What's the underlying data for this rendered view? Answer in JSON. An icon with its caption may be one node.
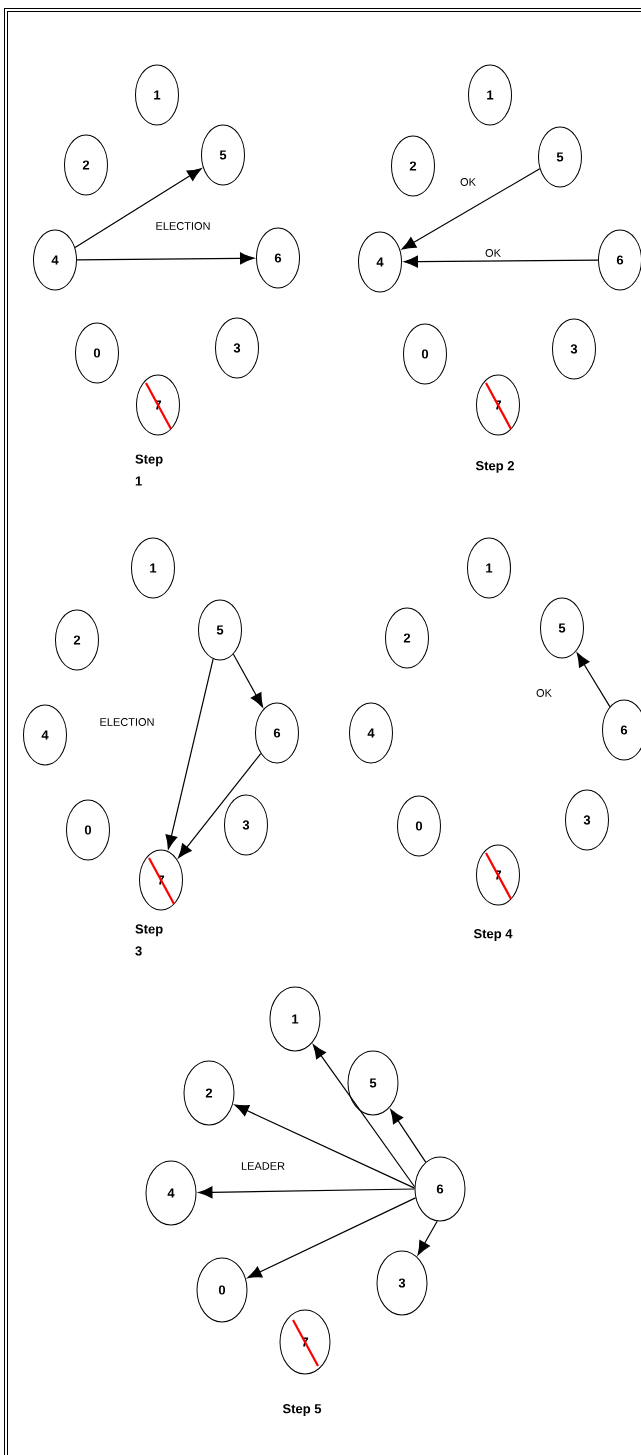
{
  "diagram": {
    "nodes": [
      {
        "text": [
          "1"
        ]
      },
      {
        "text": [
          "2"
        ]
      },
      {
        "text": [
          "5"
        ]
      },
      {
        "text": [
          "4"
        ]
      },
      {
        "text": [
          "6"
        ]
      },
      {
        "text": [
          "0"
        ]
      },
      {
        "text": [
          "3"
        ]
      },
      {
        "text": [
          "7"
        ]
      },
      {
        "text": [
          "1"
        ]
      },
      {
        "text": [
          "2"
        ]
      },
      {
        "text": [
          "5"
        ]
      },
      {
        "text": [
          "4"
        ]
      },
      {
        "text": [
          "6"
        ]
      },
      {
        "text": [
          "0"
        ]
      },
      {
        "text": [
          "3"
        ]
      },
      {
        "text": [
          "7"
        ]
      },
      {
        "text": [
          "1"
        ]
      },
      {
        "text": [
          "2"
        ]
      },
      {
        "text": [
          "5"
        ]
      },
      {
        "text": [
          "4"
        ]
      },
      {
        "text": [
          "6"
        ]
      },
      {
        "text": [
          "0"
        ]
      },
      {
        "text": [
          "3"
        ]
      },
      {
        "text": [
          "7"
        ]
      },
      {
        "text": [
          "1"
        ]
      },
      {
        "text": [
          "2"
        ]
      },
      {
        "text": [
          "5"
        ]
      },
      {
        "text": [
          "4"
        ]
      },
      {
        "text": [
          "6"
        ]
      },
      {
        "text": [
          "0"
        ]
      },
      {
        "text": [
          "3"
        ]
      },
      {
        "text": [
          "7"
        ]
      },
      {
        "text": [
          "1"
        ]
      },
      {
        "text": [
          "2"
        ]
      },
      {
        "text": [
          "5"
        ]
      },
      {
        "text": [
          "4"
        ]
      },
      {
        "text": [
          "6"
        ]
      },
      {
        "text": [
          "0"
        ]
      },
      {
        "text": [
          "3"
        ]
      },
      {
        "text": [
          "7"
        ]
      }
    ],
    "edges": [
      {
        "from": 3,
        "to": 2,
        "arrow": "to"
      },
      {
        "from": 3,
        "to": 4,
        "arrow": "to",
        "label": "ELECTION"
      },
      {
        "from": 10,
        "to": 11,
        "arrow": "to",
        "label": "OK"
      },
      {
        "from": 12,
        "to": 11,
        "arrow": "to",
        "label": "OK"
      },
      {
        "from": 18,
        "to": 20,
        "arrow": "to"
      },
      {
        "from": 18,
        "to": 23,
        "arrow": "to"
      },
      {
        "from": 20,
        "to": 23,
        "arrow": "to"
      },
      {
        "from": 28,
        "to": 26,
        "arrow": "to",
        "label": "OK"
      },
      {
        "from": 36,
        "to": 32,
        "arrow": "to"
      },
      {
        "from": 36,
        "to": 33,
        "arrow": "to"
      },
      {
        "from": 36,
        "to": 34,
        "arrow": "to"
      },
      {
        "from": 36,
        "to": 35,
        "arrow": "to",
        "label": "LEADER"
      },
      {
        "from": 36,
        "to": 37,
        "arrow": "to"
      },
      {
        "from": 36,
        "to": 38,
        "arrow": "to"
      }
    ],
    "labels": [
      "Step 1",
      "Step 2",
      "ELECTION",
      "Step 3",
      "Step 4",
      "Step 5"
    ]
  }
}
